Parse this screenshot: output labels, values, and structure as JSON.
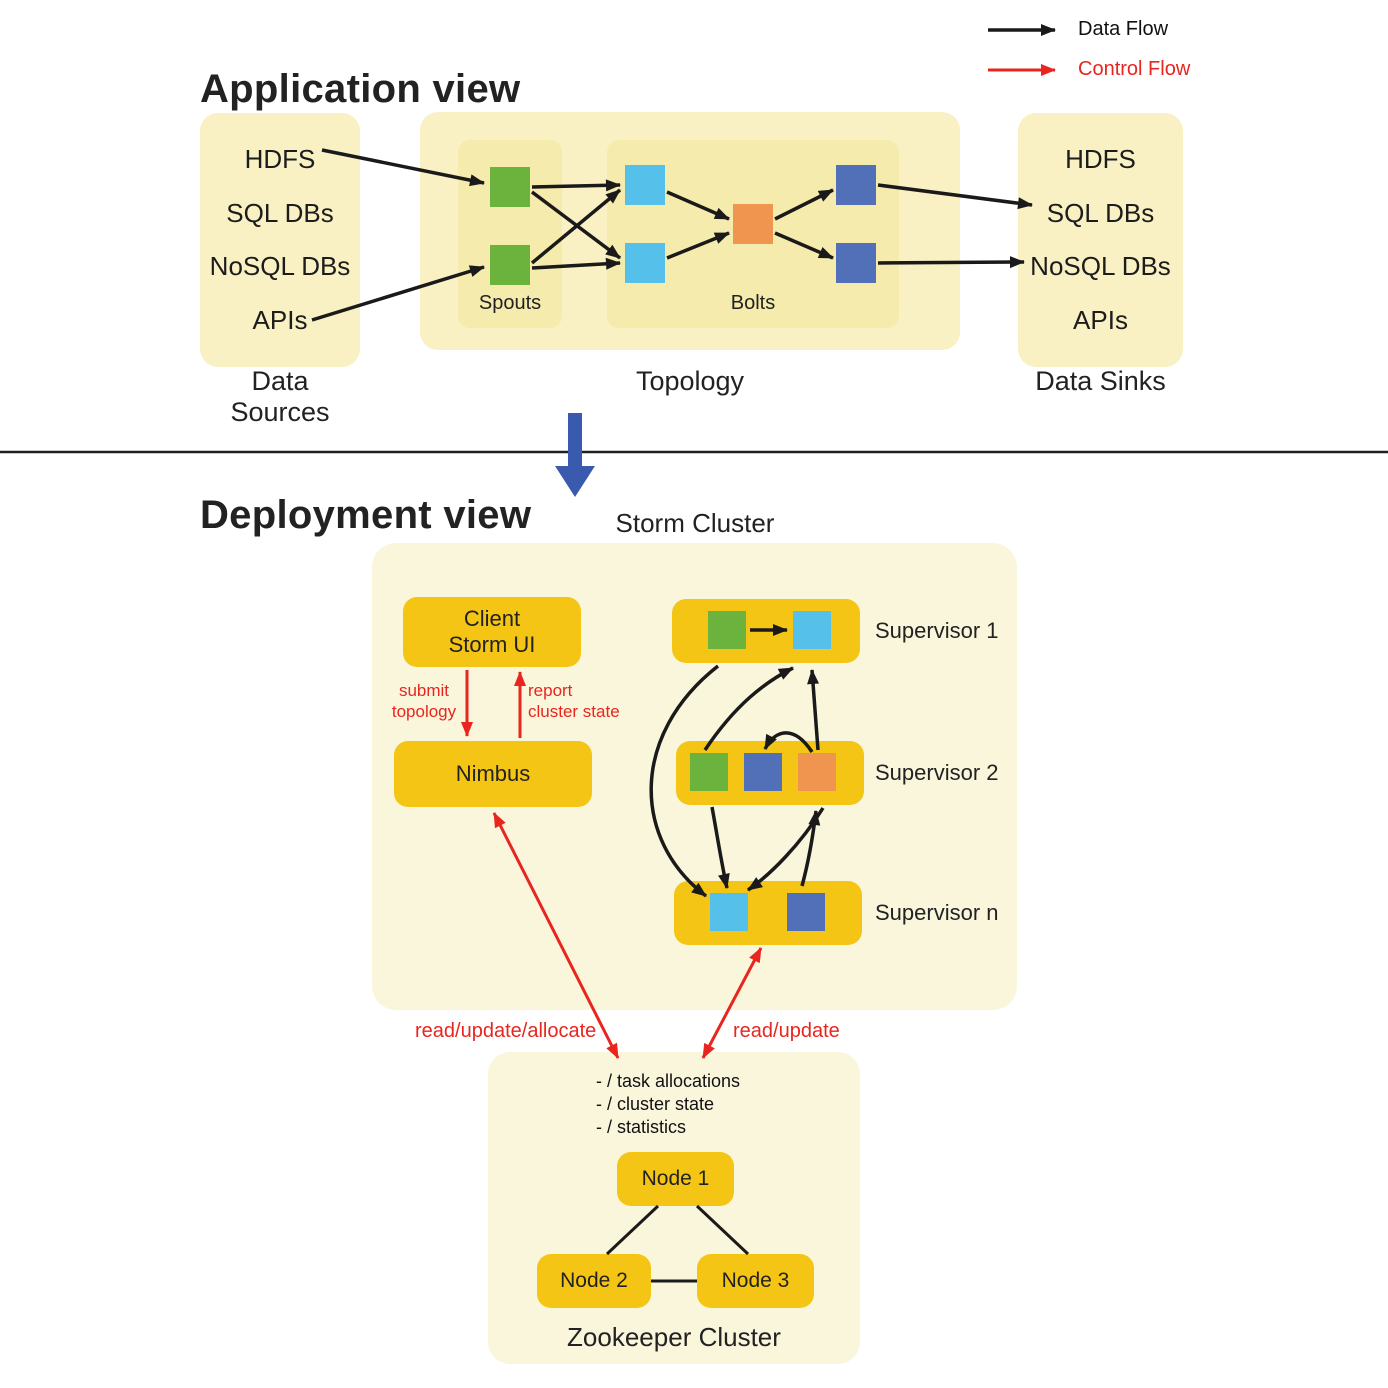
{
  "legend": {
    "data_flow": "Data Flow",
    "control_flow": "Control Flow"
  },
  "application_view": {
    "title": "Application view",
    "data_sources": {
      "label": "Data Sources",
      "items": [
        "HDFS",
        "SQL DBs",
        "NoSQL DBs",
        "APIs"
      ]
    },
    "topology": {
      "label": "Topology",
      "spouts_label": "Spouts",
      "bolts_label": "Bolts"
    },
    "data_sinks": {
      "label": "Data Sinks",
      "items": [
        "HDFS",
        "SQL DBs",
        "NoSQL DBs",
        "APIs"
      ]
    }
  },
  "deployment_view": {
    "title": "Deployment view",
    "storm_cluster": {
      "label": "Storm Cluster",
      "client_lines": [
        "Client",
        "Storm UI"
      ],
      "nimbus_label": "Nimbus",
      "submit_label_lines": [
        "submit",
        "topology"
      ],
      "report_label_lines": [
        "report",
        "cluster state"
      ],
      "supervisors": [
        "Supervisor 1",
        "Supervisor 2",
        "Supervisor n"
      ]
    },
    "zookeeper": {
      "label": "Zookeeper Cluster",
      "paths": [
        "- / task allocations",
        "- / cluster state",
        "- / statistics"
      ],
      "nodes": [
        "Node 1",
        "Node 2",
        "Node 3"
      ],
      "nimbus_link_label": "read/update/allocate",
      "supervisor_link_label": "read/update"
    }
  },
  "colors": {
    "spout_green": "#6CB33E",
    "bolt_light_blue": "#55C0EA",
    "bolt_orange": "#F0954F",
    "bolt_dark_blue": "#5170B7",
    "node_gold": "#F5C515",
    "panel_pale_yellow": "#F9F1C4",
    "panel_paler_yellow": "#FAF6DC",
    "inner_panel_yellow": "#F5EBAD",
    "data_flow_black": "#1A1A1A",
    "control_flow_red": "#E8251F",
    "section_arrow_blue": "#3A5BAD"
  }
}
